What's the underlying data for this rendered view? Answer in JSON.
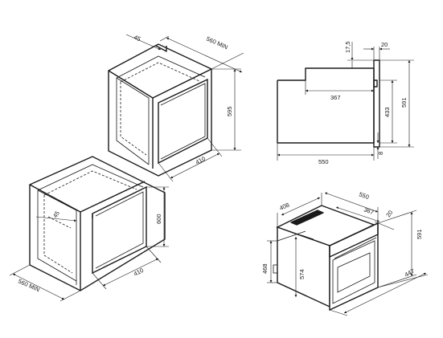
{
  "colors": {
    "line": "#1a1a1a",
    "background": "#ffffff"
  },
  "labels": {
    "tall_depth_min": "560 MIN",
    "tall_gap": "45",
    "tall_height": "595",
    "tall_width": "410",
    "low_depth_min": "560 MIN",
    "low_gap": "45",
    "low_height": "600",
    "low_width": "410",
    "side_top_17": "17,5",
    "side_top_20": "20",
    "side_depth_367": "367",
    "side_height_433": "433",
    "side_height_591": "591",
    "side_gap_8": "8",
    "side_depth_550": "550",
    "iso_408": "408",
    "iso_550": "550",
    "iso_367": "367",
    "iso_20": "20",
    "iso_591": "591",
    "iso_468": "468",
    "iso_574": "574",
    "iso_447": "447"
  }
}
